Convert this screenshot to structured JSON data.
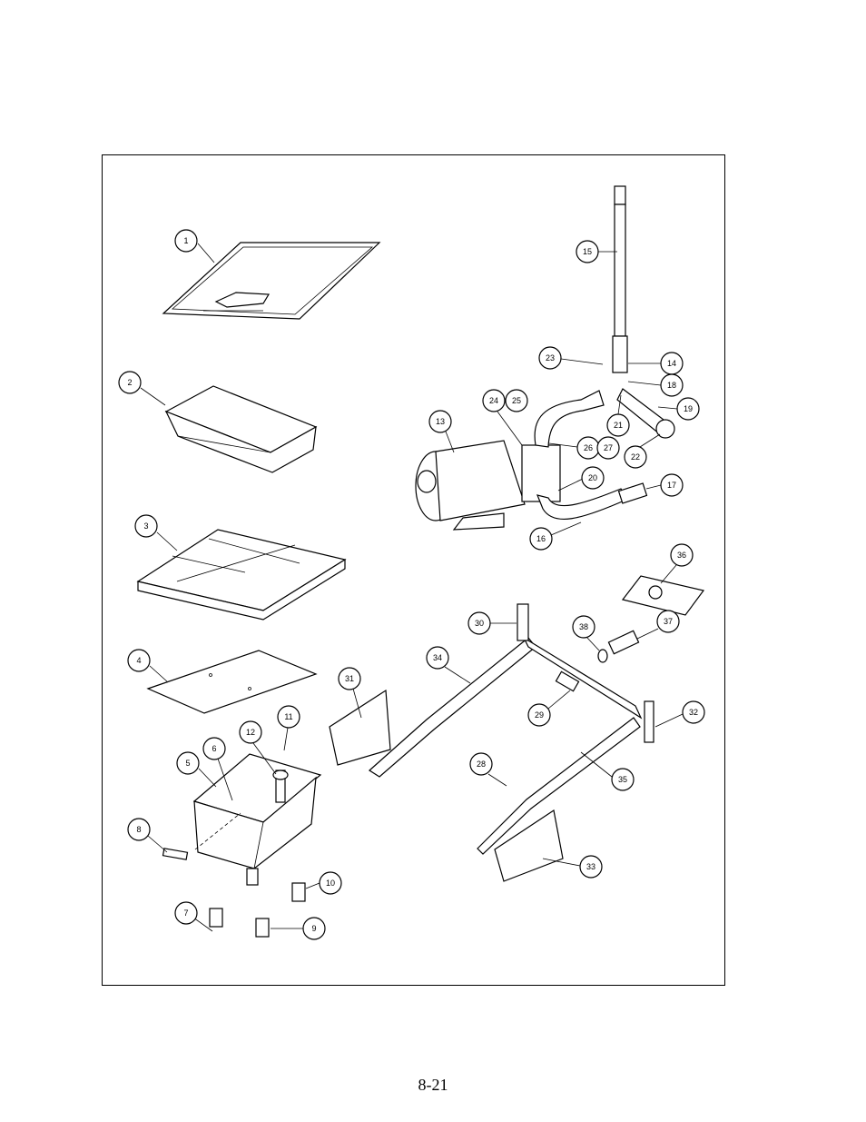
{
  "page": {
    "number": "8-21"
  },
  "callouts": [
    {
      "id": "c1",
      "label": "1"
    },
    {
      "id": "c2",
      "label": "2"
    },
    {
      "id": "c3",
      "label": "3"
    },
    {
      "id": "c4",
      "label": "4"
    },
    {
      "id": "c5",
      "label": "5"
    },
    {
      "id": "c6",
      "label": "6"
    },
    {
      "id": "c7",
      "label": "7"
    },
    {
      "id": "c8",
      "label": "8"
    },
    {
      "id": "c9",
      "label": "9"
    },
    {
      "id": "c10",
      "label": "10"
    },
    {
      "id": "c11",
      "label": "11"
    },
    {
      "id": "c12",
      "label": "12"
    },
    {
      "id": "c13",
      "label": "13"
    },
    {
      "id": "c14",
      "label": "14"
    },
    {
      "id": "c15",
      "label": "15"
    },
    {
      "id": "c16",
      "label": "16"
    },
    {
      "id": "c17",
      "label": "17"
    },
    {
      "id": "c18",
      "label": "18"
    },
    {
      "id": "c19",
      "label": "19"
    },
    {
      "id": "c20",
      "label": "20"
    },
    {
      "id": "c21",
      "label": "21"
    },
    {
      "id": "c22",
      "label": "22"
    },
    {
      "id": "c23",
      "label": "23"
    },
    {
      "id": "c24",
      "label": "24"
    },
    {
      "id": "c25",
      "label": "25"
    },
    {
      "id": "c26",
      "label": "26"
    },
    {
      "id": "c27",
      "label": "27"
    },
    {
      "id": "c28",
      "label": "28"
    },
    {
      "id": "c29",
      "label": "29"
    },
    {
      "id": "c30",
      "label": "30"
    },
    {
      "id": "c31",
      "label": "31"
    },
    {
      "id": "c32",
      "label": "32"
    },
    {
      "id": "c33",
      "label": "33"
    },
    {
      "id": "c34",
      "label": "34"
    },
    {
      "id": "c35",
      "label": "35"
    },
    {
      "id": "c36",
      "label": "36"
    },
    {
      "id": "c37",
      "label": "37"
    },
    {
      "id": "c38",
      "label": "38"
    }
  ]
}
